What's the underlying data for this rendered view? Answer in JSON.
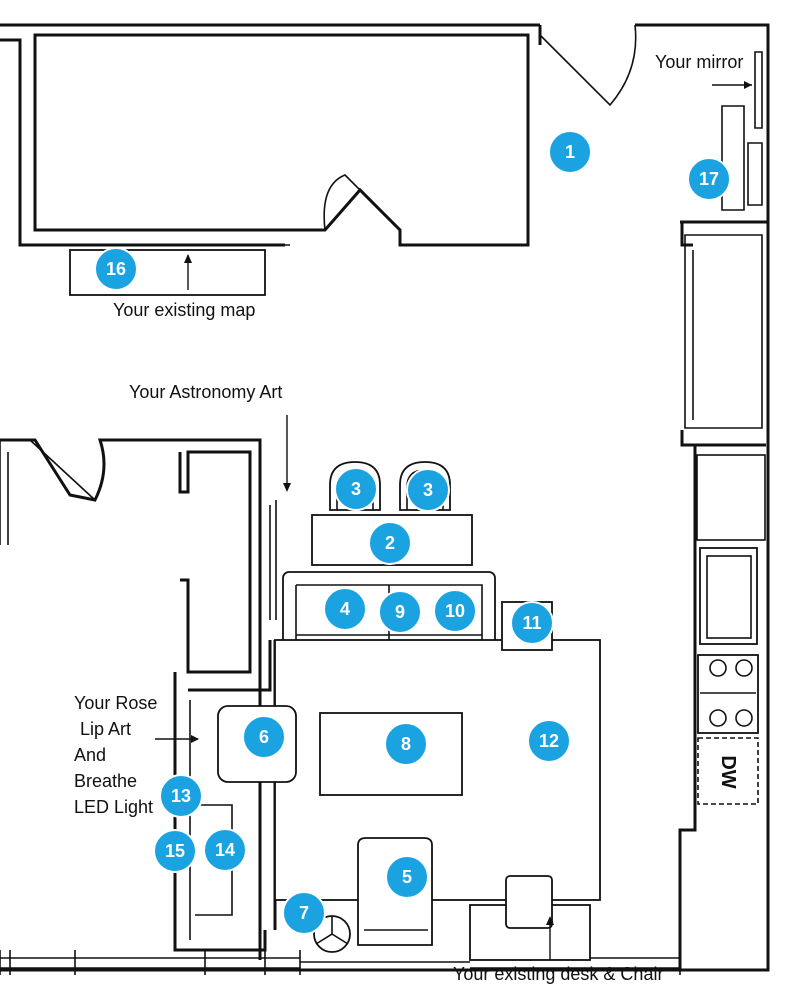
{
  "markers": [
    "1",
    "2",
    "3",
    "3",
    "4",
    "5",
    "6",
    "7",
    "8",
    "9",
    "10",
    "11",
    "12",
    "13",
    "14",
    "15",
    "16",
    "17"
  ],
  "appliance": {
    "dishwasher": "DW"
  },
  "annotations": {
    "mirror": "Your mirror",
    "map": "Your existing map",
    "astronomy": "Your Astronomy Art",
    "rose_lines": [
      "Your Rose",
      "Lip Art",
      "And",
      "Breathe",
      "LED Light"
    ],
    "desk": "Your existing desk & Chair"
  },
  "colors": {
    "marker": "#1aa3e0",
    "line": "#111111"
  }
}
